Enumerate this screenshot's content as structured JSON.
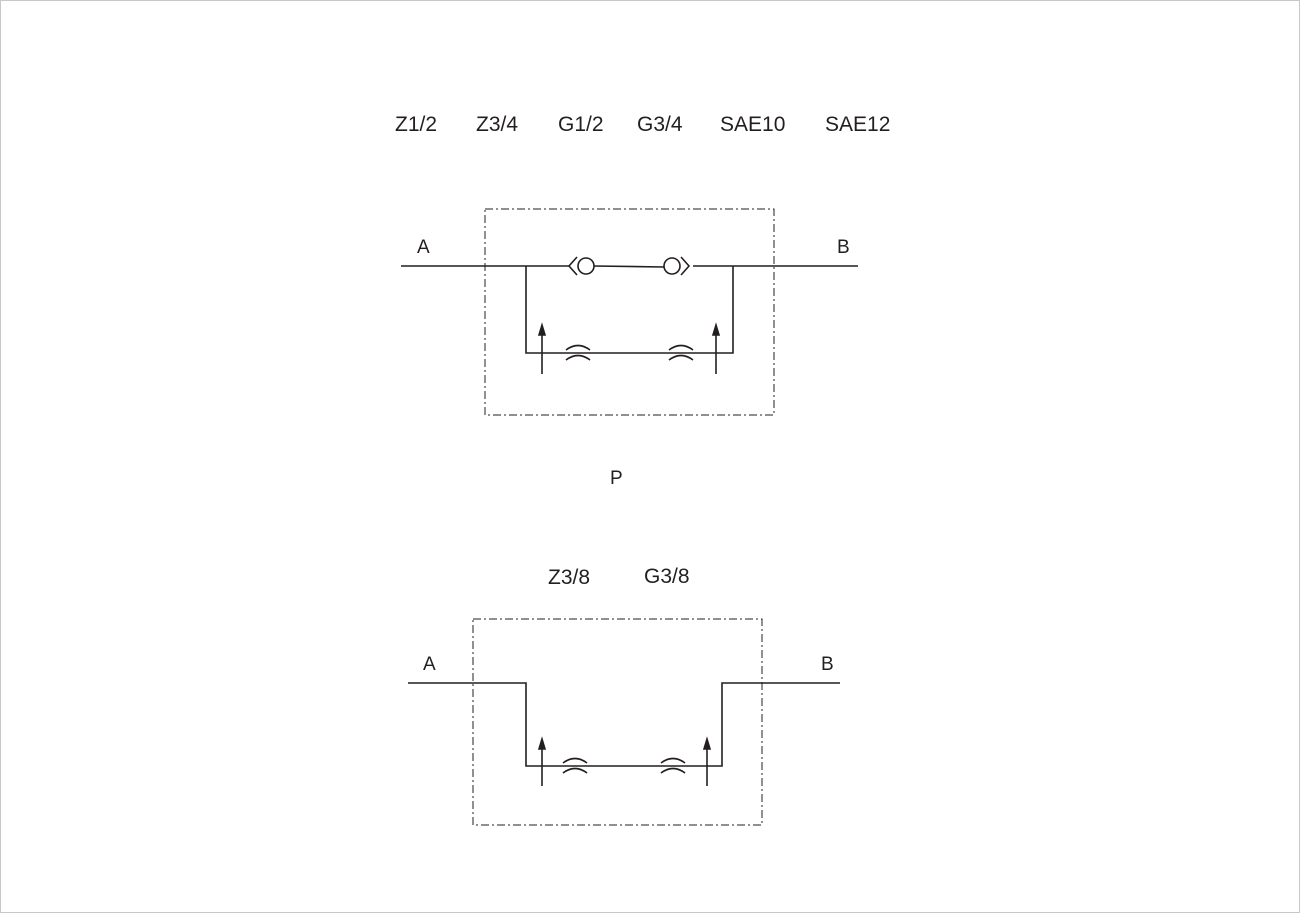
{
  "top_diagram": {
    "port_sizes": [
      "Z1/2",
      "Z3/4",
      "G1/2",
      "G3/4",
      "SAE10",
      "SAE12"
    ],
    "port_a": "A",
    "port_b": "B"
  },
  "middle_label": "P",
  "bottom_diagram": {
    "port_sizes": [
      "Z3/8",
      "G3/8"
    ],
    "port_a": "A",
    "port_b": "B"
  },
  "colors": {
    "line": "#231f20",
    "border": "#c8c8c8"
  }
}
